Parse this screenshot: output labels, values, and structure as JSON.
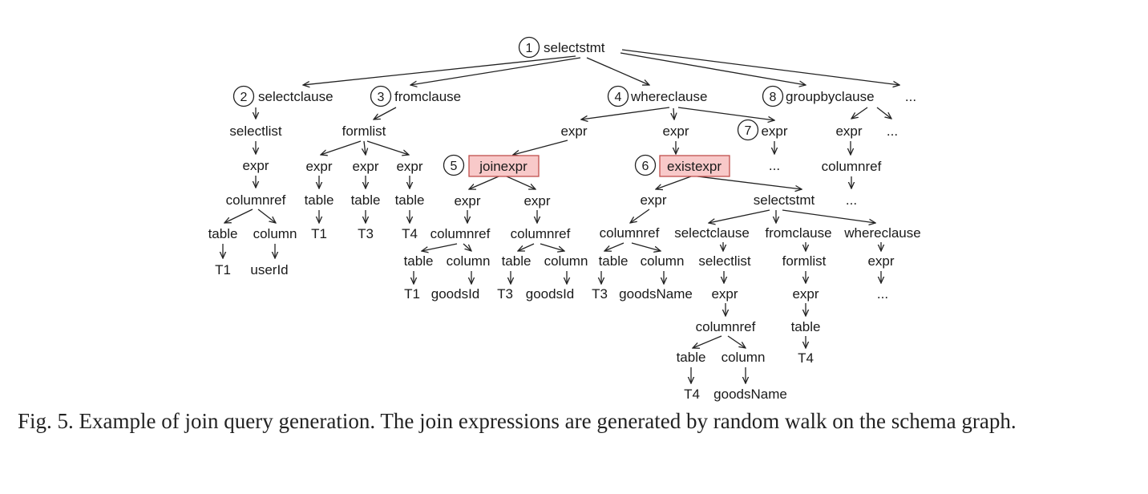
{
  "nodes": {
    "n_root": "selectstmt",
    "n_selectclause": "selectclause",
    "n_fromclause": "fromclause",
    "n_whereclause": "whereclause",
    "n_groupby": "groupbyclause",
    "n_root_more": "...",
    "n_selectlist": "selectlist",
    "n_sel_expr": "expr",
    "n_sel_colref": "columnref",
    "n_sel_table": "table",
    "n_sel_column": "column",
    "n_sel_T1": "T1",
    "n_sel_userId": "userId",
    "n_formlist": "formlist",
    "n_from_e1": "expr",
    "n_from_e2": "expr",
    "n_from_e3": "expr",
    "n_from_t1": "table",
    "n_from_t2": "table",
    "n_from_t3": "table",
    "n_from_T1": "T1",
    "n_from_T3": "T3",
    "n_from_T4": "T4",
    "n_w_expr1": "expr",
    "n_w_expr2": "expr",
    "n_w_expr3": "expr",
    "n_w_more": "...",
    "n_joinexpr": "joinexpr",
    "n_je_e1": "expr",
    "n_je_e2": "expr",
    "n_je_c1": "columnref",
    "n_je_c2": "columnref",
    "n_je_t1": "table",
    "n_je_col1": "column",
    "n_je_t2": "table",
    "n_je_col2": "column",
    "n_je_T1": "T1",
    "n_je_g1": "goodsId",
    "n_je_T3": "T3",
    "n_je_g2": "goodsId",
    "n_existexpr": "existexpr",
    "n_ex_expr": "expr",
    "n_ex_selectstmt": "selectstmt",
    "n_ex_colref": "columnref",
    "n_ex_table": "table",
    "n_ex_column": "column",
    "n_ex_T3": "T3",
    "n_ex_goodsName": "goodsName",
    "n_sub_selectclause": "selectclause",
    "n_sub_fromclause": "fromclause",
    "n_sub_whereclause": "whereclause",
    "n_sub_selectlist": "selectlist",
    "n_sub_sel_expr": "expr",
    "n_sub_sel_colref": "columnref",
    "n_sub_sel_table": "table",
    "n_sub_sel_column": "column",
    "n_sub_sel_T4": "T4",
    "n_sub_sel_goodsName": "goodsName",
    "n_sub_formlist": "formlist",
    "n_sub_from_expr": "expr",
    "n_sub_from_table": "table",
    "n_sub_from_T4": "T4",
    "n_sub_where_expr": "expr",
    "n_sub_where_more": "...",
    "n_gb_expr": "expr",
    "n_gb_more": "...",
    "n_gb_colref": "columnref",
    "n_gb_more2": "..."
  },
  "badges": {
    "b1": "1",
    "b2": "2",
    "b3": "3",
    "b4": "4",
    "b5": "5",
    "b6": "6",
    "b7": "7",
    "b8": "8"
  },
  "caption": "Fig. 5.  Example of join query generation. The join expressions are generated by random walk on the schema graph."
}
